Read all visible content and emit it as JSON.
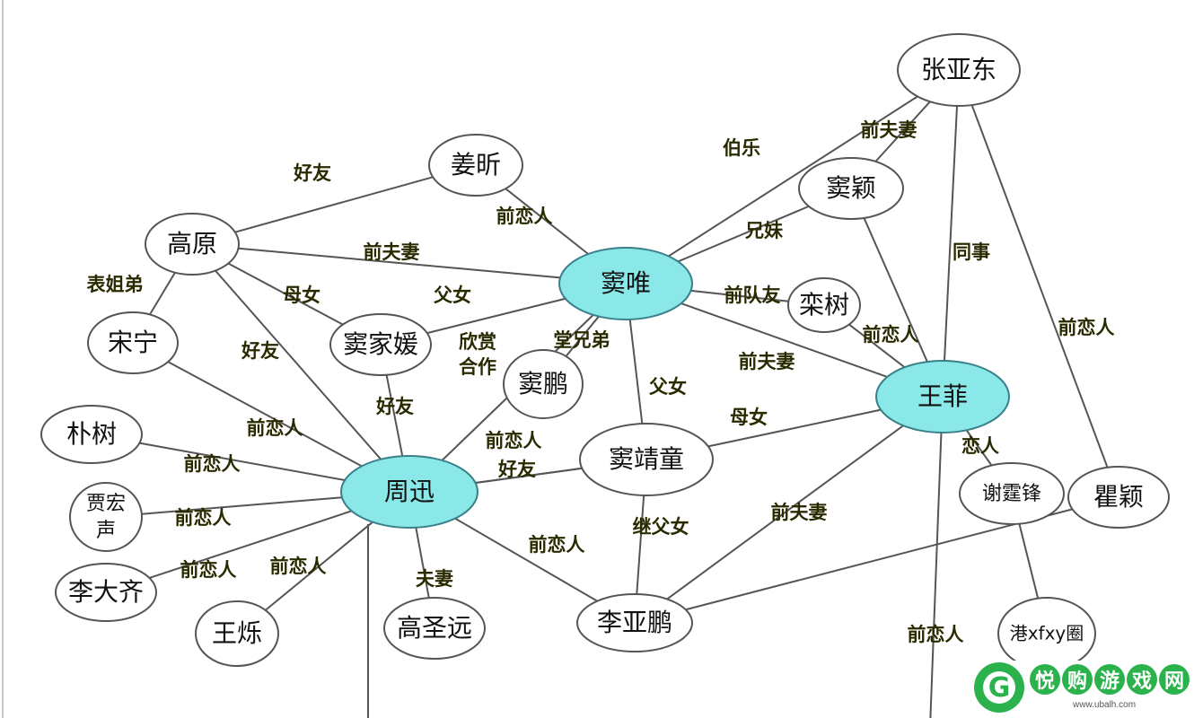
{
  "nodes": [
    {
      "id": "zhangyadong",
      "label": "张亚东",
      "highlight": false
    },
    {
      "id": "jiangxin",
      "label": "姜昕",
      "highlight": false
    },
    {
      "id": "douying",
      "label": "窦颖",
      "highlight": false
    },
    {
      "id": "gaoyuan",
      "label": "高原",
      "highlight": false
    },
    {
      "id": "douwei",
      "label": "窦唯",
      "highlight": true
    },
    {
      "id": "luanshu",
      "label": "栾树",
      "highlight": false
    },
    {
      "id": "songning",
      "label": "宋宁",
      "highlight": false
    },
    {
      "id": "doujiayuan",
      "label": "窦家媛",
      "highlight": false
    },
    {
      "id": "doupeng",
      "label": "窦鹏",
      "highlight": false
    },
    {
      "id": "wangfei",
      "label": "王菲",
      "highlight": true
    },
    {
      "id": "piaoshu",
      "label": "朴树",
      "highlight": false
    },
    {
      "id": "zhouxun",
      "label": "周迅",
      "highlight": true
    },
    {
      "id": "doujingtong",
      "label": "窦靖童",
      "highlight": false
    },
    {
      "id": "xietingfeng",
      "label": "谢霆锋",
      "highlight": false
    },
    {
      "id": "quying",
      "label": "瞿颖",
      "highlight": false
    },
    {
      "id": "gonghongsheng",
      "label": "贾宏声",
      "highlight": false
    },
    {
      "id": "lidaqi",
      "label": "李大齐",
      "highlight": false
    },
    {
      "id": "wangshuo",
      "label": "王烁",
      "highlight": false
    },
    {
      "id": "gaoshengyuan",
      "label": "高圣远",
      "highlight": false
    },
    {
      "id": "liyapeng",
      "label": "李亚鹏",
      "highlight": false
    },
    {
      "id": "gangquan",
      "label": "港xfxy圈",
      "highlight": false
    }
  ],
  "edges": [
    {
      "from": "gaoyuan",
      "to": "jiangxin",
      "label": "好友"
    },
    {
      "from": "jiangxin",
      "to": "douwei",
      "label": "前恋人"
    },
    {
      "from": "zhangyadong",
      "to": "douwei",
      "label": "伯乐"
    },
    {
      "from": "zhangyadong",
      "to": "douying",
      "label": "前夫妻"
    },
    {
      "from": "douying",
      "to": "douwei",
      "label": "兄妹"
    },
    {
      "from": "gaoyuan",
      "to": "douwei",
      "label": "前夫妻"
    },
    {
      "from": "gaoyuan",
      "to": "doujiayuan",
      "label": "母女"
    },
    {
      "from": "doujiayuan",
      "to": "douwei",
      "label": "父女"
    },
    {
      "from": "gaoyuan",
      "to": "songning",
      "label": "表姐弟"
    },
    {
      "from": "gaoyuan",
      "to": "zhouxun",
      "label": "好友"
    },
    {
      "from": "songning",
      "to": "zhouxun",
      "label": "前恋人"
    },
    {
      "from": "doujiayuan",
      "to": "zhouxun",
      "label": "好友"
    },
    {
      "from": "douwei",
      "to": "zhouxun",
      "label": "欣赏合作"
    },
    {
      "from": "douwei",
      "to": "doupeng",
      "label": "堂兄弟"
    },
    {
      "from": "douwei",
      "to": "luanshu",
      "label": "前队友"
    },
    {
      "from": "douwei",
      "to": "doujingtong",
      "label": "父女"
    },
    {
      "from": "douwei",
      "to": "wangfei",
      "label": "前夫妻"
    },
    {
      "from": "luanshu",
      "to": "wangfei",
      "label": "前恋人"
    },
    {
      "from": "douying",
      "to": "wangfei",
      "label": ""
    },
    {
      "from": "zhangyadong",
      "to": "wangfei",
      "label": "同事"
    },
    {
      "from": "zhangyadong",
      "to": "quying",
      "label": "前恋人"
    },
    {
      "from": "wangfei",
      "to": "doujingtong",
      "label": "母女"
    },
    {
      "from": "wangfei",
      "to": "xietingfeng",
      "label": "恋人"
    },
    {
      "from": "wangfei",
      "to": "liyapeng",
      "label": "前夫妻"
    },
    {
      "from": "zhouxun",
      "to": "doujingtong",
      "label": "前恋人"
    },
    {
      "from": "zhouxun",
      "to": "doujingtong",
      "label": "好友"
    },
    {
      "from": "piaoshu",
      "to": "zhouxun",
      "label": "前恋人"
    },
    {
      "from": "gonghongsheng",
      "to": "zhouxun",
      "label": "前恋人"
    },
    {
      "from": "lidaqi",
      "to": "zhouxun",
      "label": "前恋人"
    },
    {
      "from": "wangshuo",
      "to": "zhouxun",
      "label": "前恋人"
    },
    {
      "from": "zhouxun",
      "to": "gaoshengyuan",
      "label": "夫妻"
    },
    {
      "from": "zhouxun",
      "to": "liyapeng",
      "label": "前恋人"
    },
    {
      "from": "doujingtong",
      "to": "liyapeng",
      "label": "继父女"
    },
    {
      "from": "quying",
      "to": "liyapeng",
      "label": ""
    },
    {
      "from": "xietingfeng",
      "to": "gangquan",
      "label": ""
    },
    {
      "from": "wangfei",
      "to": "offscreen",
      "label": "前恋人"
    }
  ],
  "colors": {
    "node_fill": "#ffffff",
    "node_stroke": "#555555",
    "highlight_fill": "#8ae8e8",
    "highlight_stroke": "#3a7f8a",
    "edge_stroke": "#555555"
  },
  "watermark": {
    "brand": "悦购游戏网",
    "url": "www.ubalh.com",
    "logo_letter": "G"
  }
}
